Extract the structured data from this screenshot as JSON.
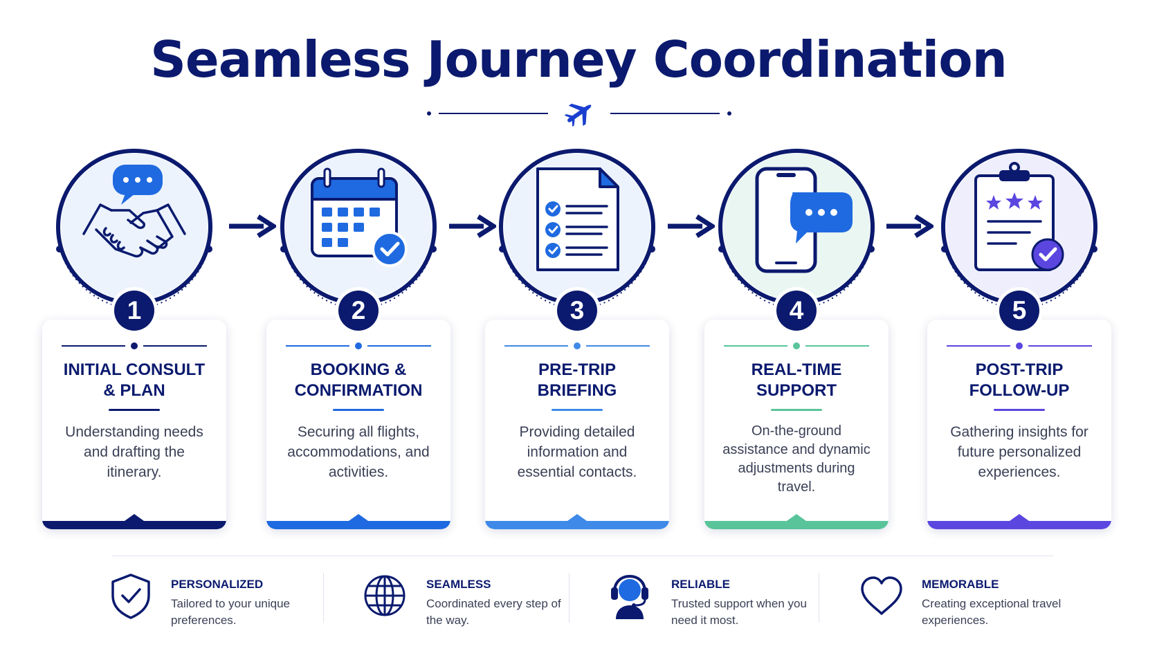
{
  "title": "Seamless Journey Coordination",
  "colors": {
    "navy": "#0b1a6e",
    "blue": "#1f6ae0",
    "sky": "#3f8ae8",
    "teal": "#59c49a",
    "violet": "#5b46e0"
  },
  "steps": [
    {
      "number": "1",
      "title": "INITIAL CONSULT\n& PLAN",
      "description": "Understanding needs and drafting the itinerary.",
      "icon": "handshake-chat-icon",
      "accent": "#0b1a6e"
    },
    {
      "number": "2",
      "title": "BOOKING &\nCONFIRMATION",
      "description": "Securing all flights, accommodations, and activities.",
      "icon": "calendar-check-icon",
      "accent": "#1f6ae0"
    },
    {
      "number": "3",
      "title": "PRE-TRIP\nBRIEFING",
      "description": "Providing detailed information and essential contacts.",
      "icon": "checklist-document-icon",
      "accent": "#3f8ae8"
    },
    {
      "number": "4",
      "title": "REAL-TIME\nSUPPORT",
      "description": "On-the-ground assistance and dynamic adjustments during travel.",
      "icon": "phone-chat-icon",
      "accent": "#59c49a"
    },
    {
      "number": "5",
      "title": "POST-TRIP\nFOLLOW-UP",
      "description": "Gathering insights for future personalized experiences.",
      "icon": "clipboard-stars-icon",
      "accent": "#5b46e0"
    }
  ],
  "features": [
    {
      "title": "PERSONALIZED",
      "description": "Tailored to your unique preferences.",
      "icon": "shield-check-icon"
    },
    {
      "title": "SEAMLESS",
      "description": "Coordinated every step of the way.",
      "icon": "globe-icon"
    },
    {
      "title": "RELIABLE",
      "description": "Trusted support when you need it most.",
      "icon": "headset-agent-icon"
    },
    {
      "title": "MEMORABLE",
      "description": "Creating exceptional travel experiences.",
      "icon": "heart-icon"
    }
  ]
}
